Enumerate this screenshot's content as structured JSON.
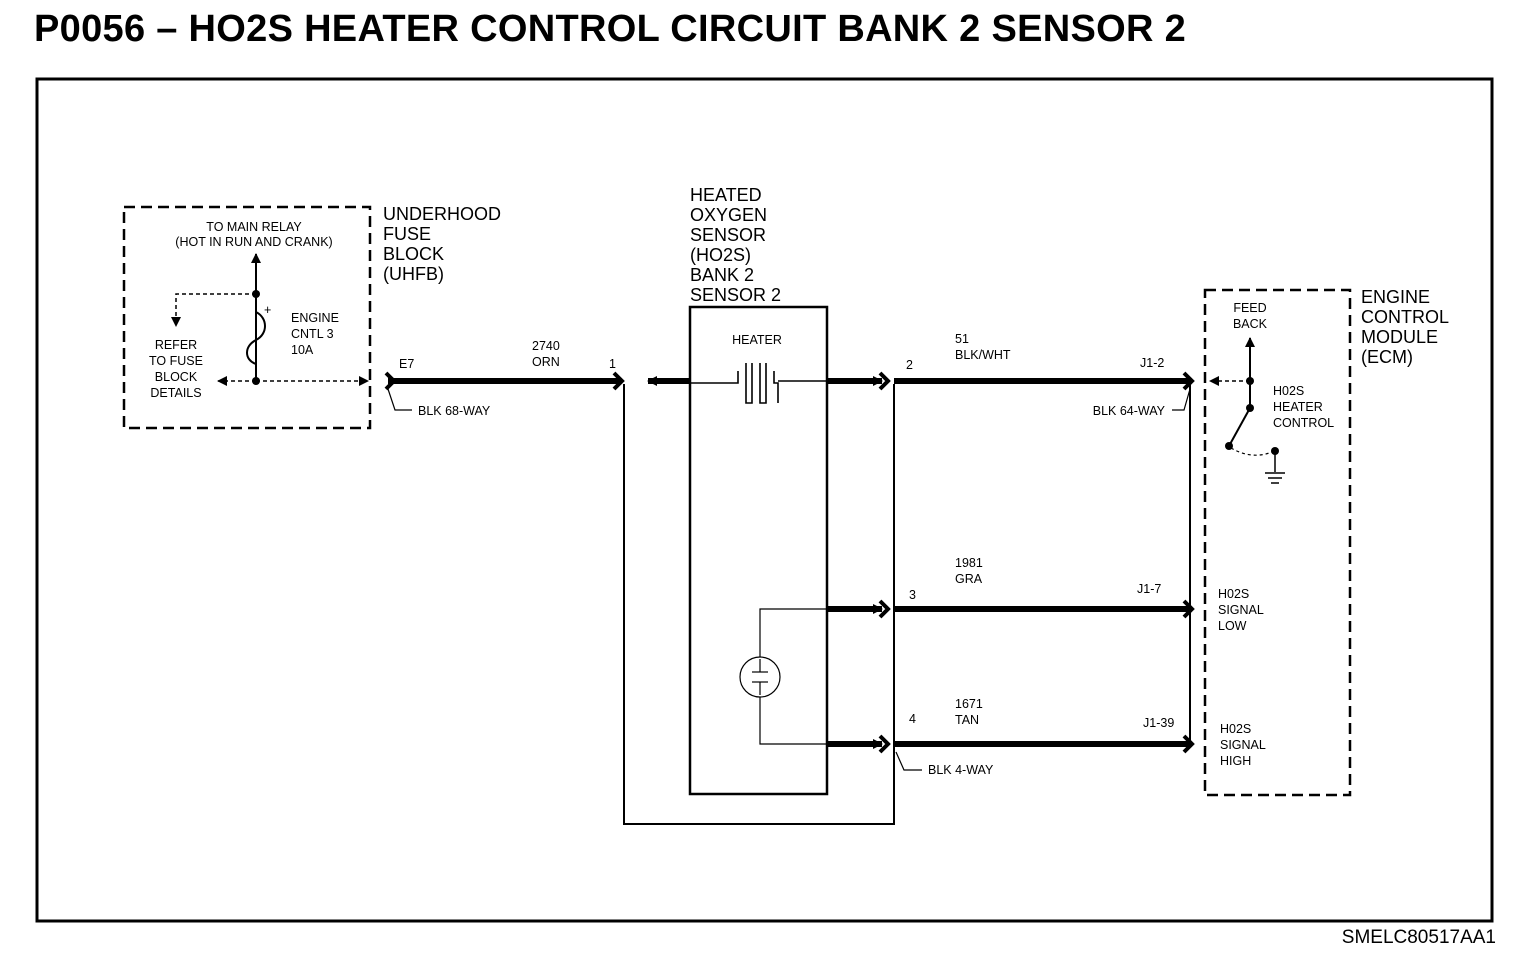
{
  "title": "P0056 – HO2S HEATER CONTROL CIRCUIT BANK 2 SENSOR 2",
  "reference_id": "SMELC80517AA1",
  "uhfb": {
    "name_lines": [
      "UNDERHOOD",
      "FUSE",
      "BLOCK",
      "(UHFB)"
    ],
    "relay_lines": [
      "TO MAIN RELAY",
      "(HOT IN RUN AND CRANK)"
    ],
    "fuse_lines": [
      "ENGINE",
      "CNTL 3",
      "10A"
    ],
    "refer_lines": [
      "REFER",
      "TO FUSE",
      "BLOCK",
      "DETAILS"
    ],
    "terminal": "E7",
    "connector": "BLK 68-WAY"
  },
  "ho2s": {
    "name_lines": [
      "HEATED",
      "OXYGEN",
      "SENSOR",
      "(HO2S)",
      "BANK 2",
      "SENSOR 2"
    ],
    "heater_label": "HEATER",
    "connector": "BLK 4-WAY"
  },
  "ecm": {
    "name_lines": [
      "ENGINE",
      "CONTROL",
      "MODULE",
      "(ECM)"
    ],
    "feedback_lines": [
      "FEED",
      "BACK"
    ],
    "heater_control_lines": [
      "H02S",
      "HEATER",
      "CONTROL"
    ],
    "signal_low_lines": [
      "H02S",
      "SIGNAL",
      "LOW"
    ],
    "signal_high_lines": [
      "H02S",
      "SIGNAL",
      "HIGH"
    ],
    "connector": "BLK 64-WAY"
  },
  "circuits": {
    "c1": {
      "pin": "1",
      "number": "2740",
      "color": "ORN"
    },
    "c2": {
      "pin": "2",
      "number": "51",
      "color": "BLK/WHT",
      "ecm_pin": "J1-2"
    },
    "c3": {
      "pin": "3",
      "number": "1981",
      "color": "GRA",
      "ecm_pin": "J1-7"
    },
    "c4": {
      "pin": "4",
      "number": "1671",
      "color": "TAN",
      "ecm_pin": "J1-39"
    }
  }
}
